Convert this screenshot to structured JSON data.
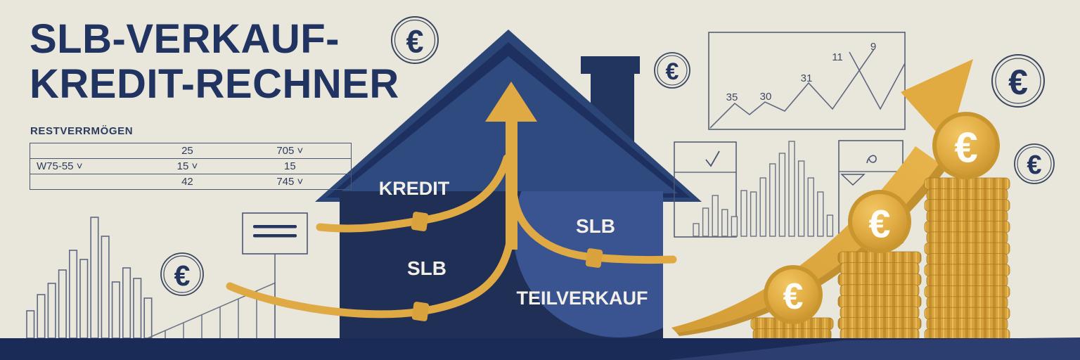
{
  "title": {
    "line1": "SLB-VERKAUF-",
    "line2": "KREDIT-RECHNER"
  },
  "restvermoegen": {
    "caption": "RESTVERRMÖGEN",
    "rows": [
      {
        "c1": "",
        "c2": "25",
        "c3": "705 ˅"
      },
      {
        "c1": "W75-55 ˅",
        "c2": "15 ˅",
        "c3": "15"
      },
      {
        "c1": "",
        "c2": "42",
        "c3": "745 ˅"
      }
    ]
  },
  "house": {
    "kredit": "KREDIT",
    "slb_left": "SLB",
    "slb_right": "SLB",
    "teilverkauf": "TEILVERKAUF"
  },
  "mini_chart": {
    "labels": [
      "35",
      "30",
      "31",
      "11",
      "9"
    ]
  },
  "symbols": {
    "euro": "€"
  },
  "colors": {
    "navy": "#203361",
    "gold": "#dfa944",
    "background": "#e9e7db"
  }
}
